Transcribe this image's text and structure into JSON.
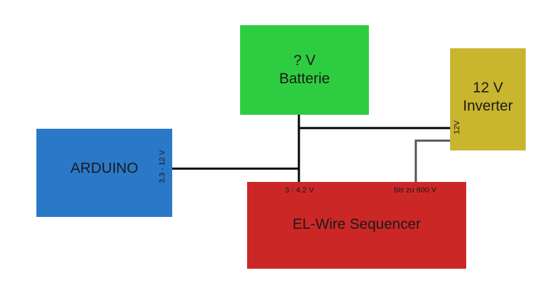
{
  "diagram": {
    "nodes": {
      "battery": {
        "line1": "? V",
        "line2": "Batterie",
        "color": "#2ecc40"
      },
      "inverter": {
        "line1": "12 V",
        "line2": "Inverter",
        "color": "#c9b52e"
      },
      "arduino": {
        "label": "ARDUINO",
        "color": "#2a79c9"
      },
      "sequencer": {
        "label": "EL-Wire Sequencer",
        "color": "#cc2727"
      }
    },
    "port_labels": {
      "arduino_input": "3,3 - 12 V",
      "inverter_input": "12V",
      "sequencer_low": "3 - 4,2 V",
      "sequencer_high": "bis zu 600 V"
    },
    "colors": {
      "wire": "#000000",
      "high_voltage_wire": "#555555"
    }
  }
}
